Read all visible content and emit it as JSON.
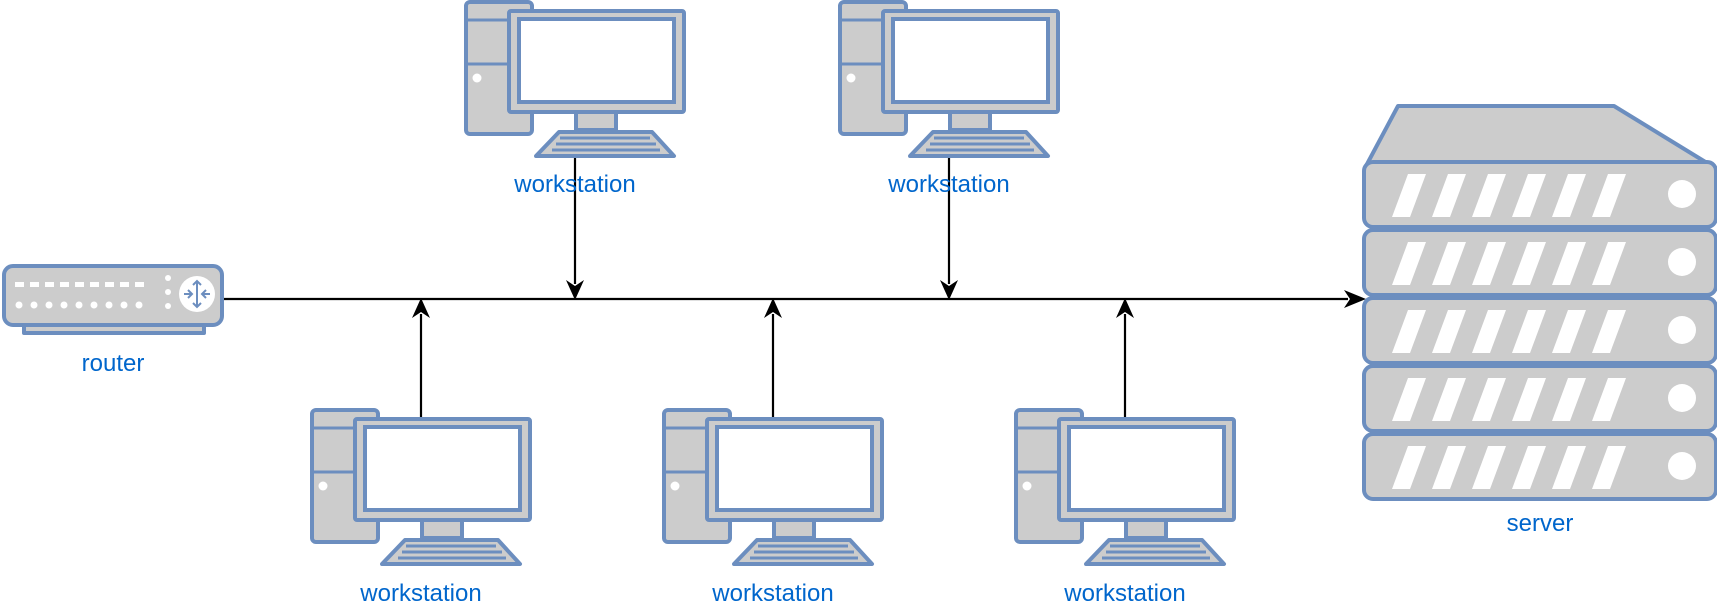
{
  "labels": {
    "router": "router",
    "server": "server",
    "workstation_top_1": "workstation",
    "workstation_top_2": "workstation",
    "workstation_bottom_1": "workstation",
    "workstation_bottom_2": "workstation",
    "workstation_bottom_3": "workstation"
  },
  "colors": {
    "label_text": "#0066cc",
    "device_fill": "#cccccc",
    "device_stroke": "#6c8ebf",
    "connector": "#000000"
  },
  "icons": {
    "router": "router-icon",
    "server": "server-rack-icon",
    "workstation": "desktop-computer-icon"
  }
}
